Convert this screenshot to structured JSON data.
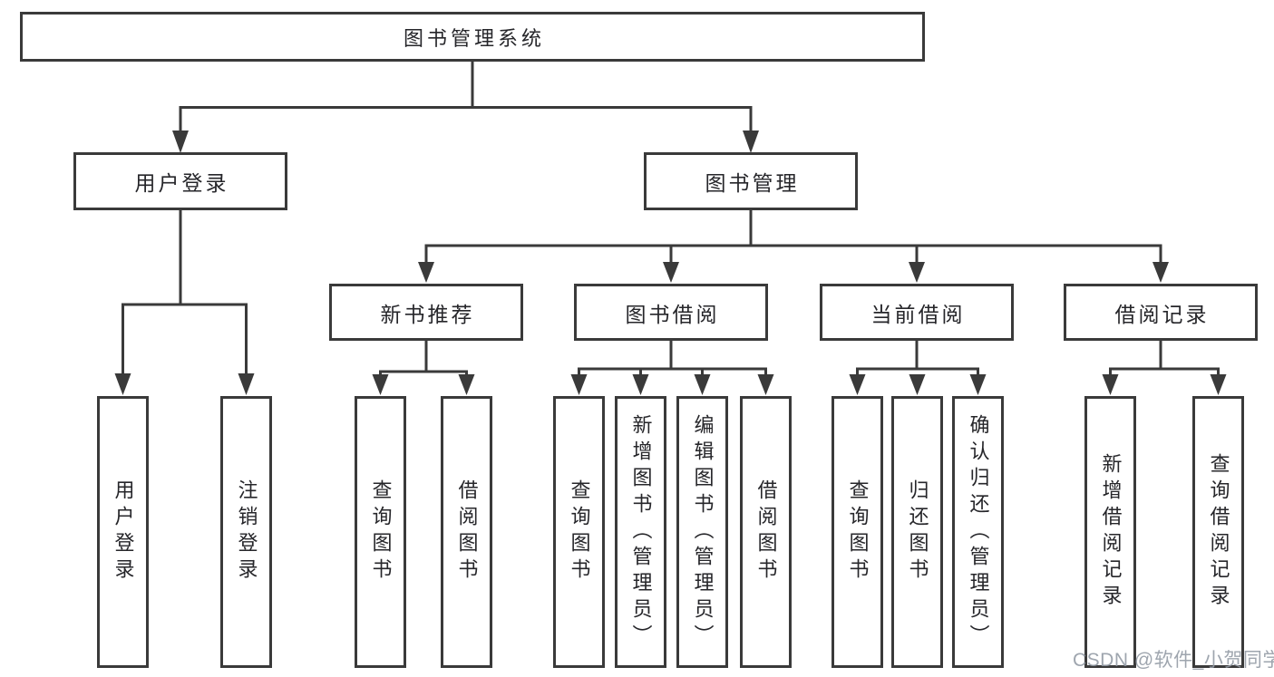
{
  "diagram": {
    "root": {
      "label": "图书管理系统"
    },
    "branches": [
      {
        "label": "用户登录",
        "children": [
          {
            "label": "用户登录"
          },
          {
            "label": "注销登录"
          }
        ]
      },
      {
        "label": "图书管理",
        "modules": [
          {
            "label": "新书推荐",
            "children": [
              {
                "label": "查询图书"
              },
              {
                "label": "借阅图书"
              }
            ]
          },
          {
            "label": "图书借阅",
            "children": [
              {
                "label": "查询图书"
              },
              {
                "label": "新增图书（管理员）"
              },
              {
                "label": "编辑图书（管理员）"
              },
              {
                "label": "借阅图书"
              }
            ]
          },
          {
            "label": "当前借阅",
            "children": [
              {
                "label": "查询图书"
              },
              {
                "label": "归还图书"
              },
              {
                "label": "确认归还（管理员）"
              }
            ]
          },
          {
            "label": "借阅记录",
            "children": [
              {
                "label": "新增借阅记录"
              },
              {
                "label": "查询借阅记录"
              }
            ]
          }
        ]
      }
    ],
    "watermark": "CSDN @软件_小贺同学"
  }
}
